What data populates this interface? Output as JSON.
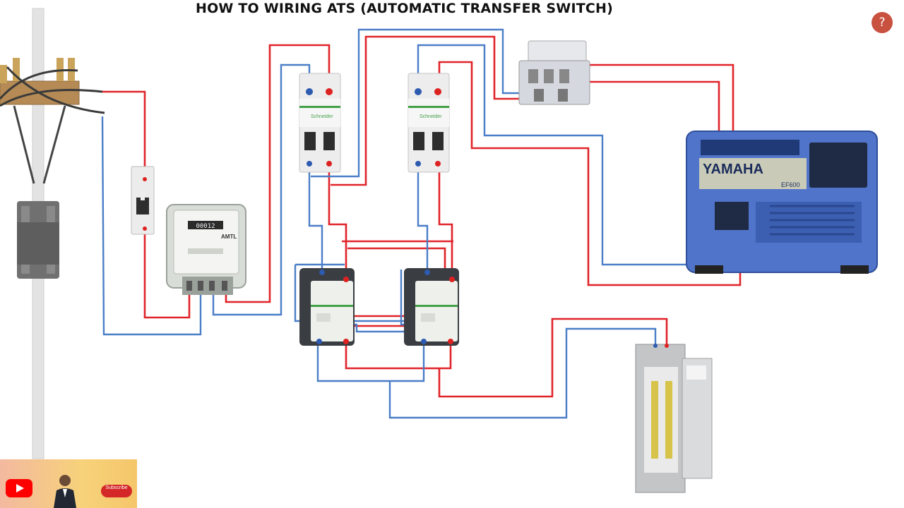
{
  "title": "HOW TO WIRING ATS (AUTOMATIC TRANSFER SWITCH)",
  "help": {
    "label": "?"
  },
  "meter": {
    "brand": "AMTL",
    "reading": "00012"
  },
  "generator": {
    "brand": "YAMAHA",
    "model": "EF600"
  },
  "breakers": {
    "brand": "Schneider"
  },
  "banner": {
    "subscribe_label": "Subscribe"
  },
  "colors": {
    "live_wire": "#e0242a",
    "neutral_wire": "#4a7ec7",
    "generator_body": "#4f74c9",
    "help_button": "#c8513f"
  },
  "icons": [
    "help-icon",
    "youtube-icon",
    "utility-pole",
    "transformer",
    "circuit-breaker",
    "energy-meter",
    "mcb-breaker",
    "contactor",
    "relay",
    "generator",
    "distribution-panel"
  ]
}
